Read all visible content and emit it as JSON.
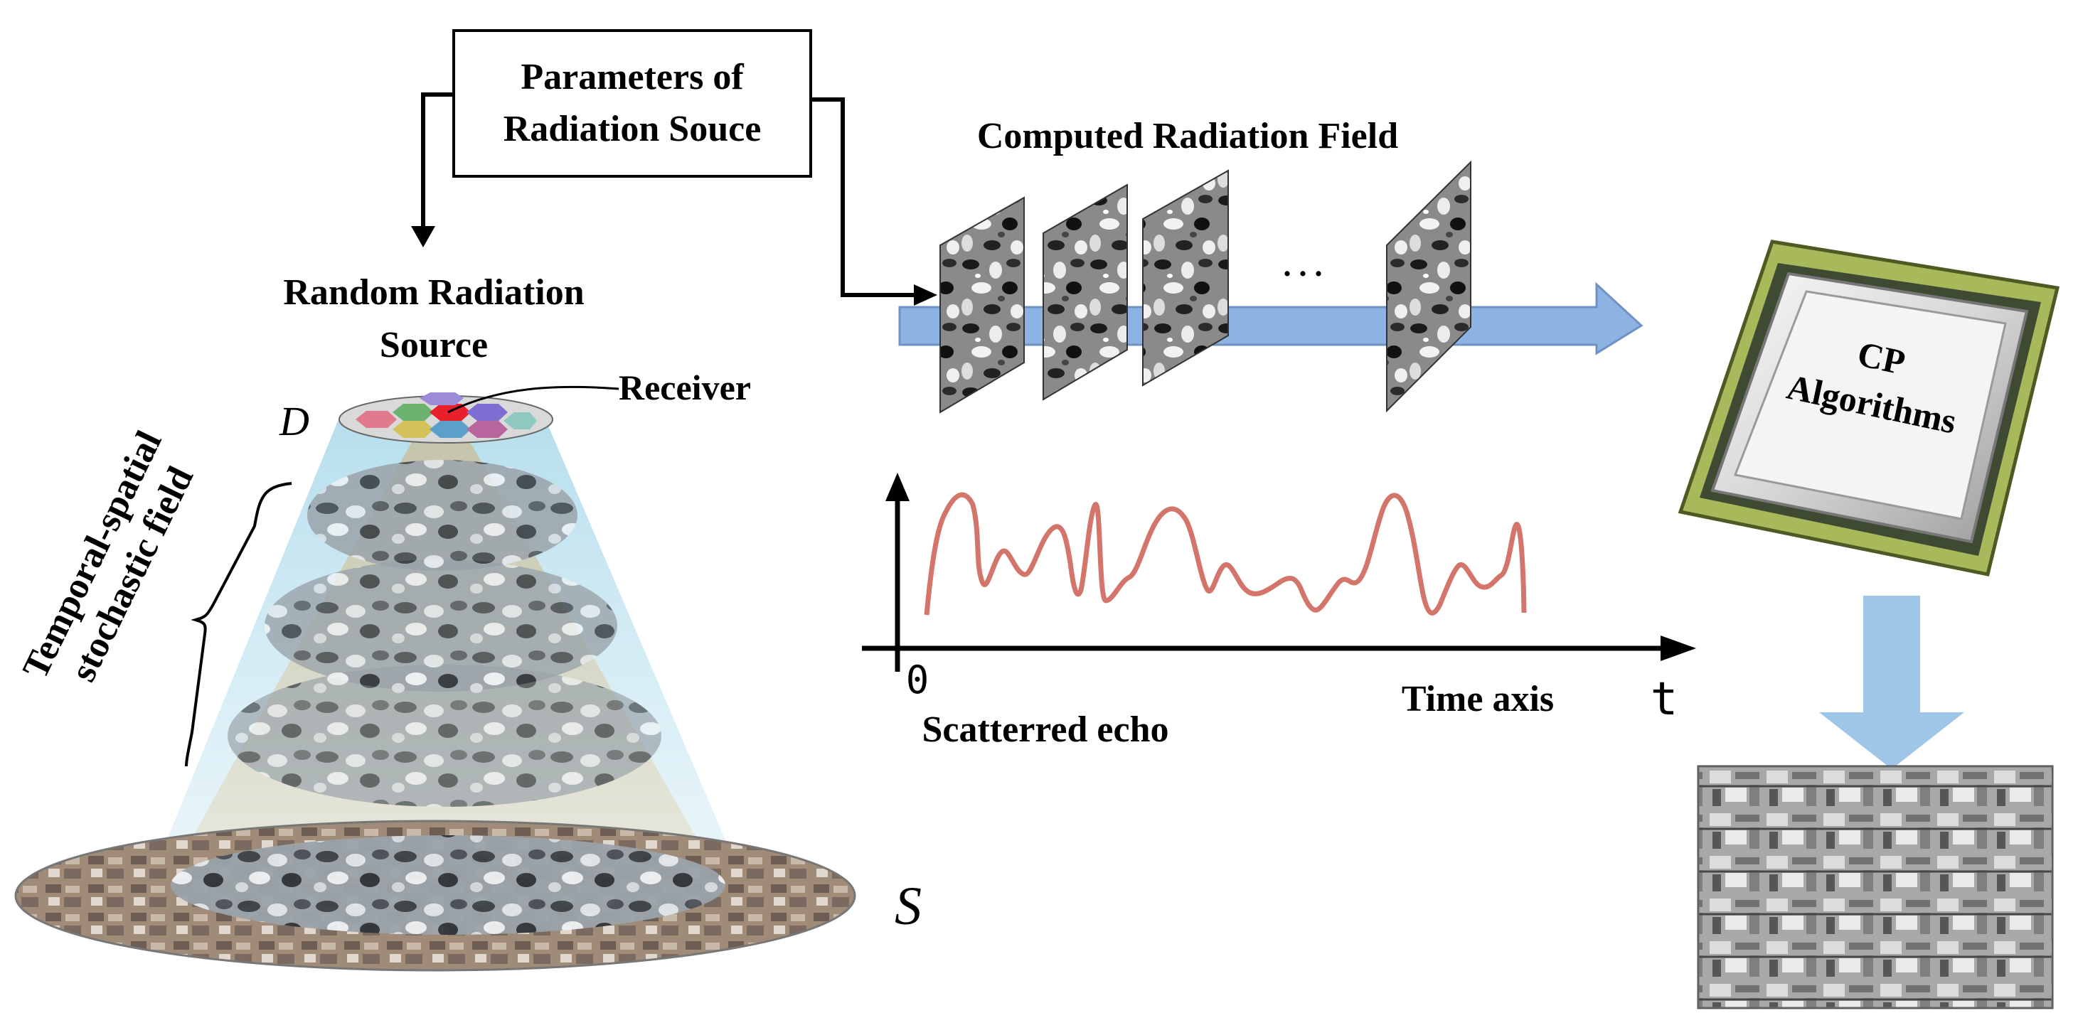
{
  "params_box": {
    "line1": "Parameters of",
    "line2": "Radiation Souce"
  },
  "computed_field": {
    "title": "Computed Radiation Field",
    "ellipsis": ". . ."
  },
  "source": {
    "line1": "Random Radiation",
    "line2": "Source"
  },
  "receiver_label": "Receiver",
  "d_label": "D",
  "s_label": "S",
  "field_label": {
    "line1": "Temporal-spatial",
    "line2": "stochastic field"
  },
  "echo": {
    "zero_label": "0",
    "time_axis_label": "Time axis",
    "t_label": "t",
    "caption": "Scatterred echo"
  },
  "cpu": {
    "line1": "CP",
    "line2": "Algorithms"
  },
  "colors": {
    "arrow_blue": "#8db3e2",
    "arrow_blue_edge": "#6f92c3",
    "echo_signal": "#d4756b",
    "cone_blue": "#bfe3ef",
    "cone_tan": "#d9cdb0",
    "black": "#000000"
  }
}
